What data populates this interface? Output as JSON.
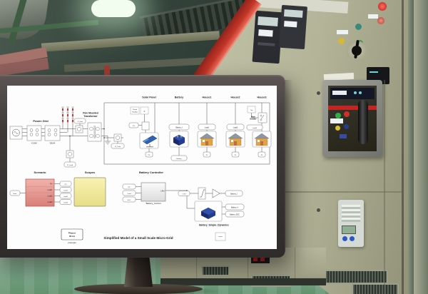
{
  "diagram": {
    "title": "Simplified Model of a Small Scale Micro-Grid",
    "power_grid": {
      "label": "Power Grid",
      "block1_label": "4.16kV",
      "block2_label": "50kVA"
    },
    "transformer": {
      "label1": "Pole Mounted",
      "label2": "Transformer"
    },
    "measurements": {
      "grid_tag": "VI_Grid",
      "load_tag": "VI_Load",
      "trafo_tag": "VI_Trafo"
    },
    "columns": {
      "solar": {
        "header": "Solar Panel",
        "shading1": "Partial",
        "shading2": "Shading",
        "shading_value": "0",
        "from_tag": "PV",
        "bottom_tag": "PV"
      },
      "battery": {
        "header": "Battery",
        "top_tag": "Battery_I",
        "bottom_tag": "Battery"
      },
      "house1": {
        "header": "House1",
        "top_tag": "Load1",
        "bottom_tag": "P1"
      },
      "house2": {
        "header": "House2",
        "top_tag": "Load2",
        "bottom_tag": "P2"
      },
      "house3": {
        "header": "House3",
        "top_tag": "Load3",
        "bottom_tag": "P3",
        "trip_label": "Trip",
        "breaker1": "Main",
        "breaker2": "Breaker"
      }
    },
    "controller": {
      "label": "Battery Controller",
      "block_label": "Battery_Control",
      "out_port": "I_Ref",
      "in1": "PV",
      "in2": "Load",
      "in3": "SOC",
      "from_tag": "I_Ref",
      "goto_tag": "Battery_I",
      "dynamics_label": "Battery_Simple_Dynamics",
      "out1": "Battery_V",
      "out2": "Battery_SOC"
    },
    "scenario": {
      "label": "Scenario",
      "input_tag": "Hour",
      "port1": "PV",
      "port2": "Load1",
      "port3": "Load2",
      "port4": "Load3",
      "tag1": "PV",
      "tag2": "Load1",
      "tag3": "Load2",
      "tag4": "Load3"
    },
    "scopes": {
      "label": "Scopes"
    },
    "powergui": {
      "line1": "Phasor",
      "line2": "60 Hz",
      "label": "powergui"
    }
  },
  "colors": {
    "scenario_block": "#e89a90",
    "scopes_block": "#f3eda6",
    "powergui_text": "#2a35c8",
    "fuse_red": "#c22222",
    "display_orange": "#d06010",
    "beam_red": "#c23528"
  }
}
